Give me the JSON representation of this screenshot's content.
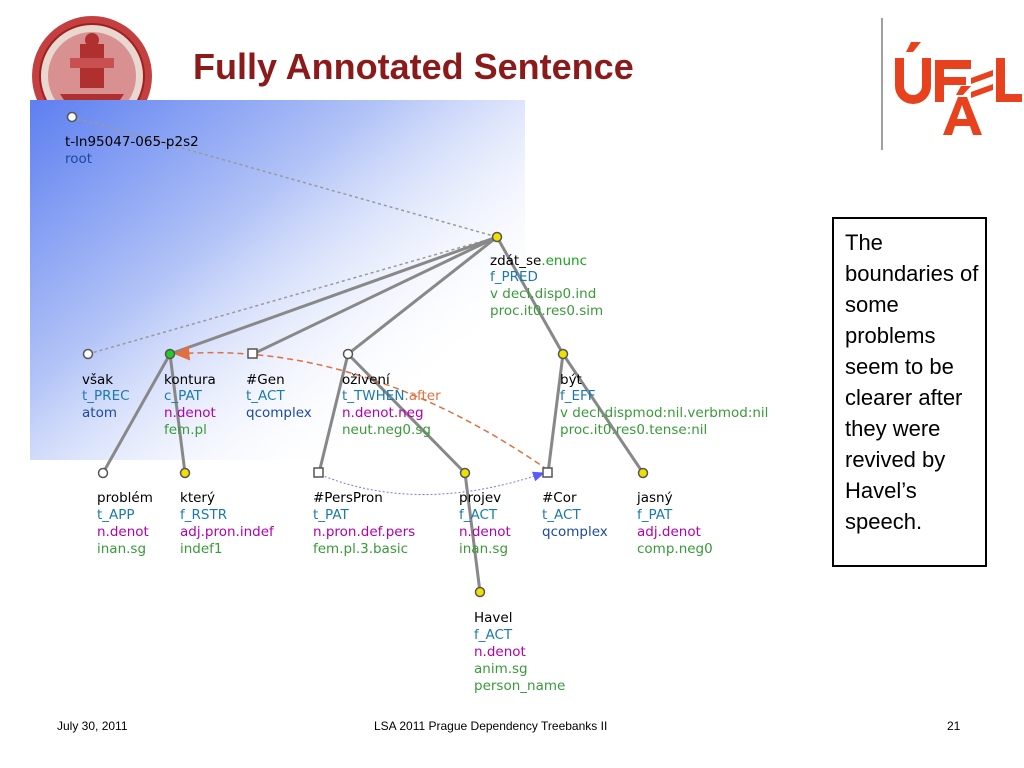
{
  "slide": {
    "title": "Fully Annotated Sentence",
    "note": "The boundaries of some problems seem to be clearer after they were revived by Havel’s speech.",
    "footer_date": "July 30, 2011",
    "footer_center": "LSA 2011 Prague Dependency Treebanks II",
    "page_number": "21",
    "logo_right_text": "ÚFAL"
  },
  "colors": {
    "title": "#8b1a1a",
    "functor": "#1d49a0",
    "lemma_suffix": "#1aa31a",
    "functor_t": "#1a7ab0",
    "gram_morph": "#b000b0",
    "gram_other": "#3a9a3a",
    "coref_arrow": "#e07040",
    "grammatical_coref": "#5a5aff",
    "node_yellow": "#f0e000",
    "node_green": "#22cc22"
  },
  "tree": {
    "root": {
      "lines": [
        "t-ln95047-065-p2s2",
        "root"
      ]
    },
    "nodes": {
      "zdat": {
        "lemma": "zdát_se",
        "lemma_suffix": ".enunc",
        "functor": "f_PRED",
        "gram": [
          "v decl.disp0.ind",
          "proc.it0.res0.sim"
        ]
      },
      "vsak": {
        "lemma": "však",
        "functor": "t_PREC",
        "gram": [
          "atom"
        ]
      },
      "kontura": {
        "lemma": "kontura",
        "functor": "c_PAT",
        "gram": [
          "n.denot",
          "fem.pl"
        ]
      },
      "gen": {
        "lemma": "#Gen",
        "functor": "t_ACT",
        "gram": [
          "qcomplex"
        ]
      },
      "ozivani": {
        "lemma": "oživení",
        "functor": "t_TWHEN",
        "functor_suffix": ".after",
        "gram": [
          "n.denot.neg",
          "neut.neg0.sg"
        ]
      },
      "byt": {
        "lemma": "být",
        "functor": "f_EFF",
        "gram": [
          "v decl.dispmod:nil.verbmod:nil",
          "proc.it0.res0.tense:nil"
        ]
      },
      "problem": {
        "lemma": "problém",
        "functor": "t_APP",
        "gram": [
          "n.denot",
          "inan.sg"
        ]
      },
      "ktery": {
        "lemma": "který",
        "functor": "f_RSTR",
        "gram": [
          "adj.pron.indef",
          "indef1"
        ]
      },
      "perspron": {
        "lemma": "#PersPron",
        "functor": "t_PAT",
        "gram": [
          "n.pron.def.pers",
          "fem.pl.3.basic"
        ]
      },
      "projev": {
        "lemma": "projev",
        "functor": "f_ACT",
        "gram": [
          "n.denot",
          "inan.sg"
        ]
      },
      "cor": {
        "lemma": "#Cor",
        "functor": "t_ACT",
        "gram": [
          "qcomplex"
        ]
      },
      "jasny": {
        "lemma": "jasný",
        "functor": "f_PAT",
        "gram": [
          "adj.denot",
          "comp.neg0"
        ]
      },
      "havel": {
        "lemma": "Havel",
        "functor": "f_ACT",
        "gram": [
          "n.denot",
          "anim.sg",
          "person_name"
        ]
      }
    }
  }
}
